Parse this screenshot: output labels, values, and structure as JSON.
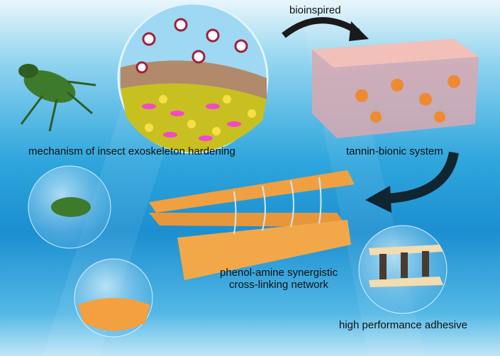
{
  "labels": {
    "bioinspired": "bioinspired",
    "mechanism": "mechanism of insect exoskeleton hardening",
    "tannin": "tannin-bionic system",
    "network_line1": "phenol-amine synergistic",
    "network_line2": "cross-linking network",
    "adhesive": "high performance adhesive"
  },
  "colors": {
    "water_blue": "#1b8fd0",
    "arrow": "#1a1a1a",
    "wood": "#f0a040",
    "hydrogel": "#e8b0b0",
    "beetle": "#3e7a2c"
  }
}
